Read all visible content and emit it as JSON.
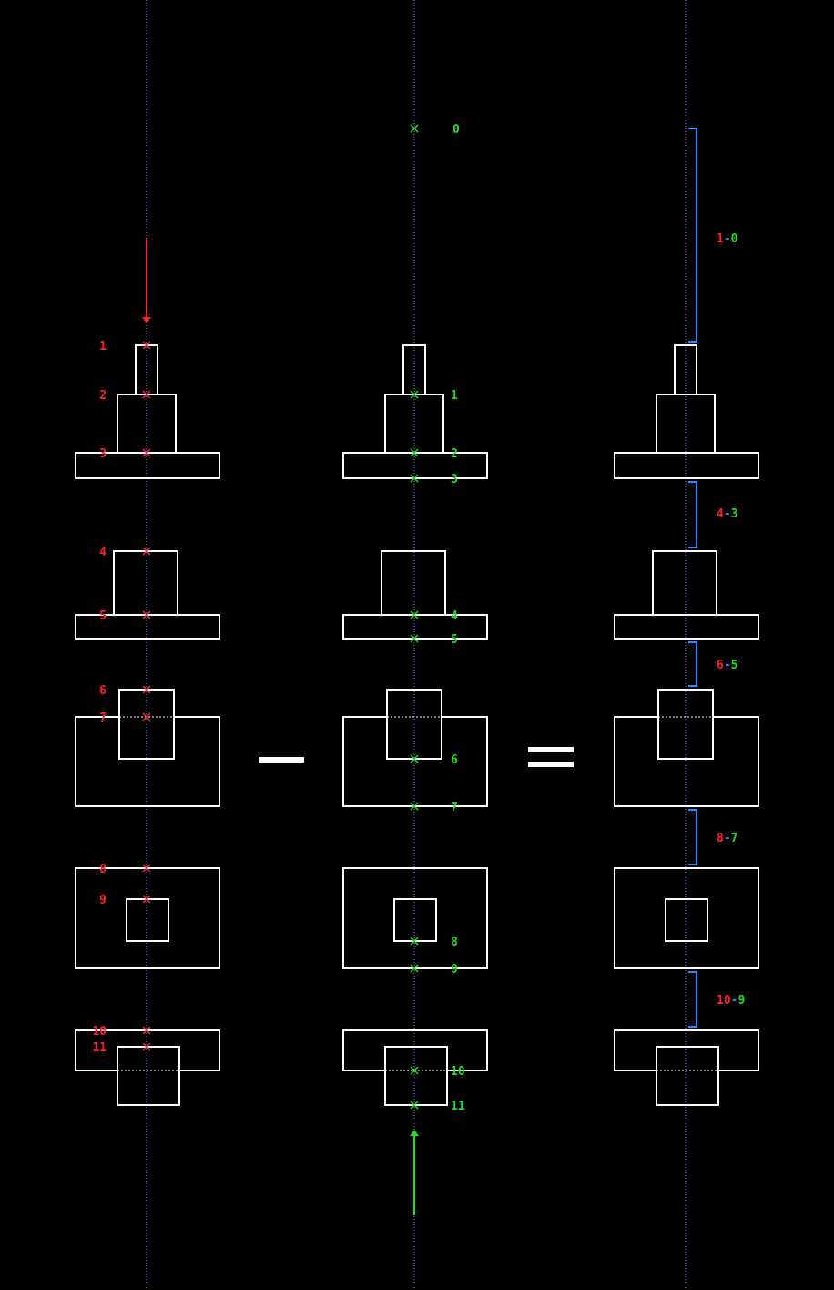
{
  "colors": {
    "background": "#000000",
    "outline": "#ffffff",
    "axis": "#7b7bff",
    "red": "#ff2030",
    "green": "#22dd22",
    "blue": "#2a8cff"
  },
  "operators": {
    "minus": "minus-sign",
    "equals": "equals-sign"
  },
  "left_column": {
    "arrow": "down-arrow-icon",
    "labels": [
      "1",
      "2",
      "3",
      "4",
      "5",
      "6",
      "7",
      "8",
      "9",
      "10",
      "11"
    ]
  },
  "middle_column": {
    "arrow": "up-arrow-icon",
    "labels": [
      "0",
      "1",
      "2",
      "3",
      "4",
      "5",
      "6",
      "7",
      "8",
      "9",
      "10",
      "11"
    ]
  },
  "right_column": {
    "differences": [
      {
        "red": "1",
        "dash": "-",
        "green": "0"
      },
      {
        "red": "4",
        "dash": "-",
        "green": "3"
      },
      {
        "red": "6",
        "dash": "-",
        "green": "5"
      },
      {
        "red": "8",
        "dash": "-",
        "green": "7"
      },
      {
        "red": "10",
        "dash": "-",
        "green": "9"
      }
    ]
  }
}
